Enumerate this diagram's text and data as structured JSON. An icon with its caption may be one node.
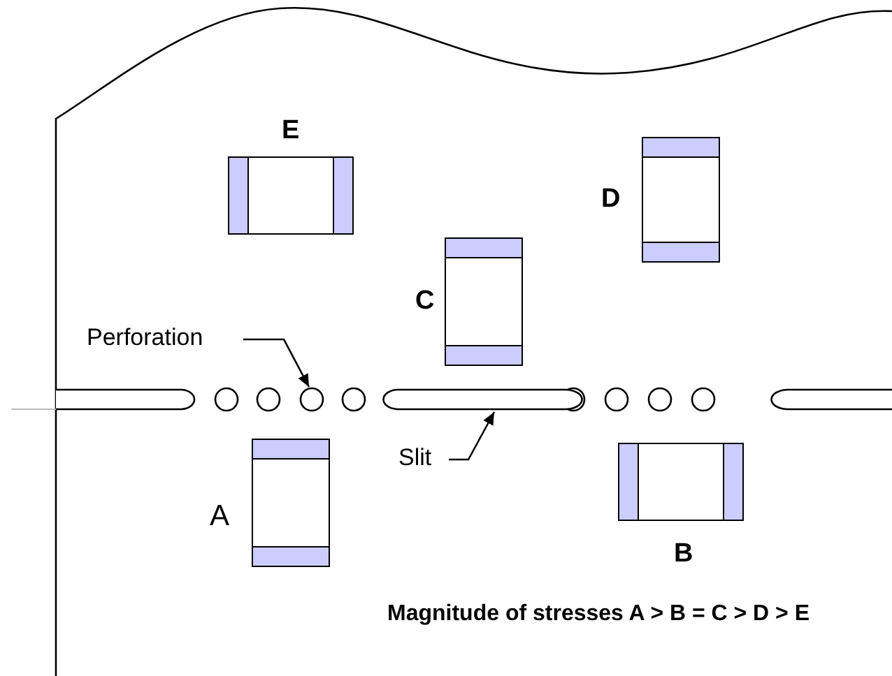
{
  "diagram": {
    "nodes": [
      {
        "text": [
          "E"
        ]
      },
      {
        "text": [
          "D"
        ]
      },
      {
        "text": [
          "C"
        ]
      },
      {
        "text": [
          "Perforation"
        ]
      },
      {
        "text": [],
        "shape": "circle"
      },
      {
        "text": [],
        "shape": "slot"
      },
      {
        "text": [
          "Slit"
        ]
      },
      {
        "text": [
          "A"
        ]
      },
      {
        "text": [
          "B"
        ]
      }
    ],
    "edges": [
      {
        "from": 3,
        "to": 4,
        "arrow": "to"
      },
      {
        "from": 6,
        "to": 5,
        "arrow": "to"
      }
    ],
    "labels": [
      "Magnitude of stresses A > B = C > D > E"
    ]
  }
}
